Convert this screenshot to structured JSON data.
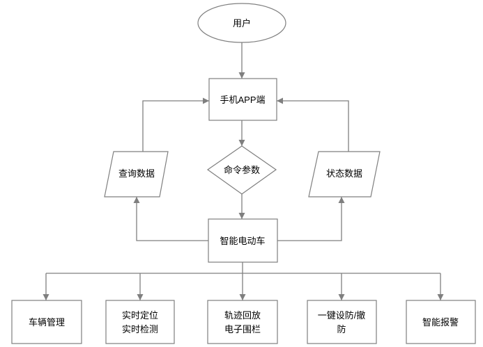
{
  "nodes": {
    "user": "用户",
    "app": "手机APP端",
    "command": "命令参数",
    "query": "查询数据",
    "status": "状态数据",
    "ebike": "智能电动车",
    "functions": [
      {
        "lines": [
          "车辆管理"
        ]
      },
      {
        "lines": [
          "实时定位",
          "实时检测"
        ]
      },
      {
        "lines": [
          "轨迹回放",
          "电子围栏"
        ]
      },
      {
        "lines": [
          "一键设防/撤",
          "防"
        ]
      },
      {
        "lines": [
          "智能报警"
        ]
      }
    ]
  },
  "colors": {
    "line": "#7f7f7f",
    "border": "#7f7f7f",
    "text": "#000000",
    "background": "#ffffff"
  }
}
